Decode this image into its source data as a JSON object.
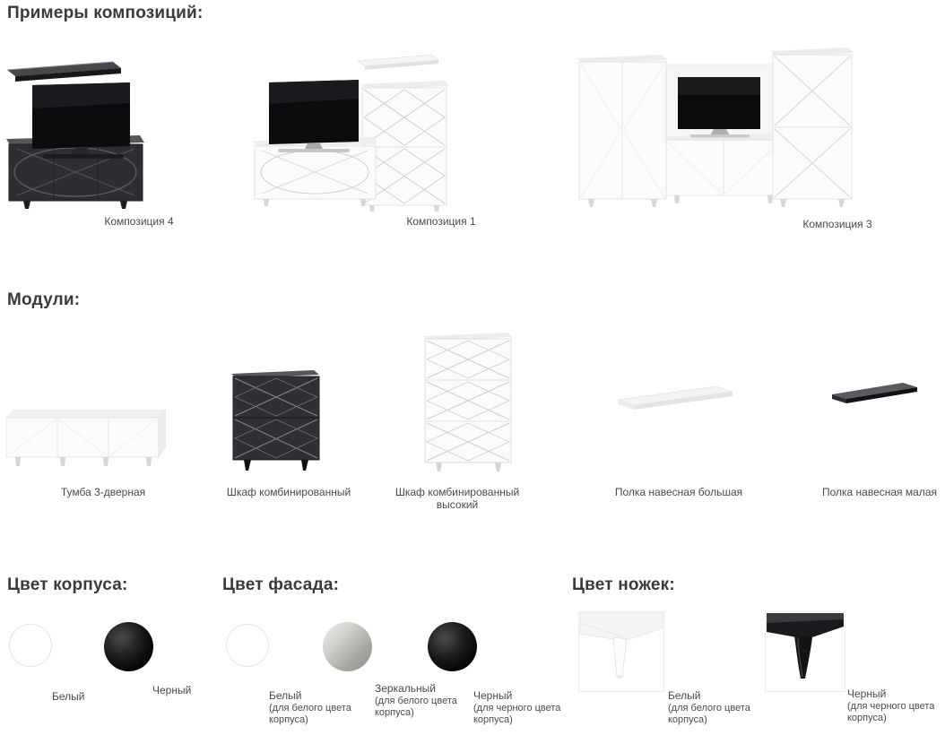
{
  "sections": {
    "compositions": {
      "title": "Примеры композиций:",
      "items": [
        {
          "label": "Композиция 4"
        },
        {
          "label": "Композиция 1"
        },
        {
          "label": "Композиция 3"
        }
      ]
    },
    "modules": {
      "title": "Модули:",
      "items": [
        {
          "label": "Тумба 3-дверная"
        },
        {
          "label": "Шкаф комбинированный"
        },
        {
          "label": "Шкаф комбинированный высокий"
        },
        {
          "label": "Полка навесная большая"
        },
        {
          "label": "Полка навесная малая"
        }
      ]
    },
    "body_color": {
      "title": "Цвет корпуса:",
      "items": [
        {
          "label": "Белый",
          "swatch": "white",
          "color": "#ffffff"
        },
        {
          "label": "Черный",
          "swatch": "black",
          "color": "#0a0a0a"
        }
      ]
    },
    "facade_color": {
      "title": "Цвет фасада:",
      "items": [
        {
          "label": "Белый",
          "note": "(для белого цвета корпуса)",
          "swatch": "white",
          "color": "#ffffff"
        },
        {
          "label": "Зеркальный",
          "note": "(для белого цвета корпуса)",
          "swatch": "mirror",
          "color": "#a9a9a5"
        },
        {
          "label": "Черный",
          "note": "(для черного цвета корпуса)",
          "swatch": "black",
          "color": "#0a0a0a"
        }
      ]
    },
    "legs_color": {
      "title": "Цвет ножек:",
      "items": [
        {
          "label": "Белый",
          "note": "(для белого цвета корпуса)"
        },
        {
          "label": "Черный",
          "note": "(для черного цвета корпуса)"
        }
      ]
    }
  }
}
